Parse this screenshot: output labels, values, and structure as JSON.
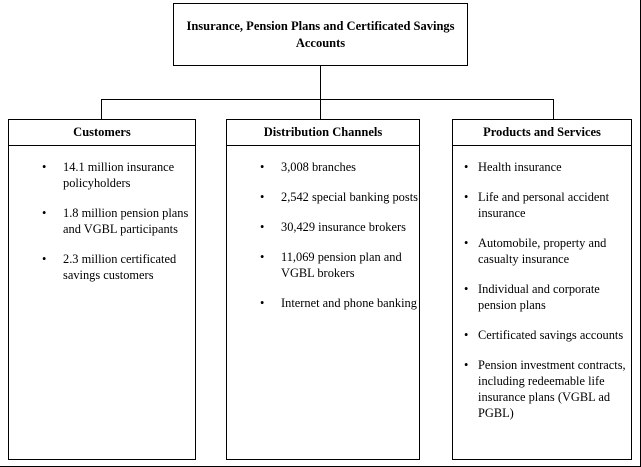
{
  "diagram": {
    "root": {
      "title": "Insurance, Pension Plans and Certificated Savings Accounts"
    },
    "columns": [
      {
        "key": "customers",
        "header": "Customers",
        "items": [
          "14.1 million insurance policyholders",
          "1.8 million pension plans and VGBL participants",
          "2.3 million certificated savings customers"
        ]
      },
      {
        "key": "distribution_channels",
        "header": "Distribution Channels",
        "items": [
          "3,008 branches",
          "2,542 special banking posts",
          "30,429 insurance brokers",
          "11,069 pension plan and VGBL brokers",
          "Internet and phone banking"
        ]
      },
      {
        "key": "products_and_services",
        "header": "Products and Services",
        "items": [
          "Health insurance",
          "Life and personal accident insurance",
          "Automobile, property and casualty insurance",
          "Individual and corporate pension plans",
          "Certificated savings accounts",
          "Pension investment contracts, including redeemable life insurance plans (VGBL ad PGBL)"
        ]
      }
    ],
    "bullet_glyph": "•",
    "colors": {
      "line": "#000000",
      "text": "#000000",
      "background": "#ffffff"
    }
  }
}
